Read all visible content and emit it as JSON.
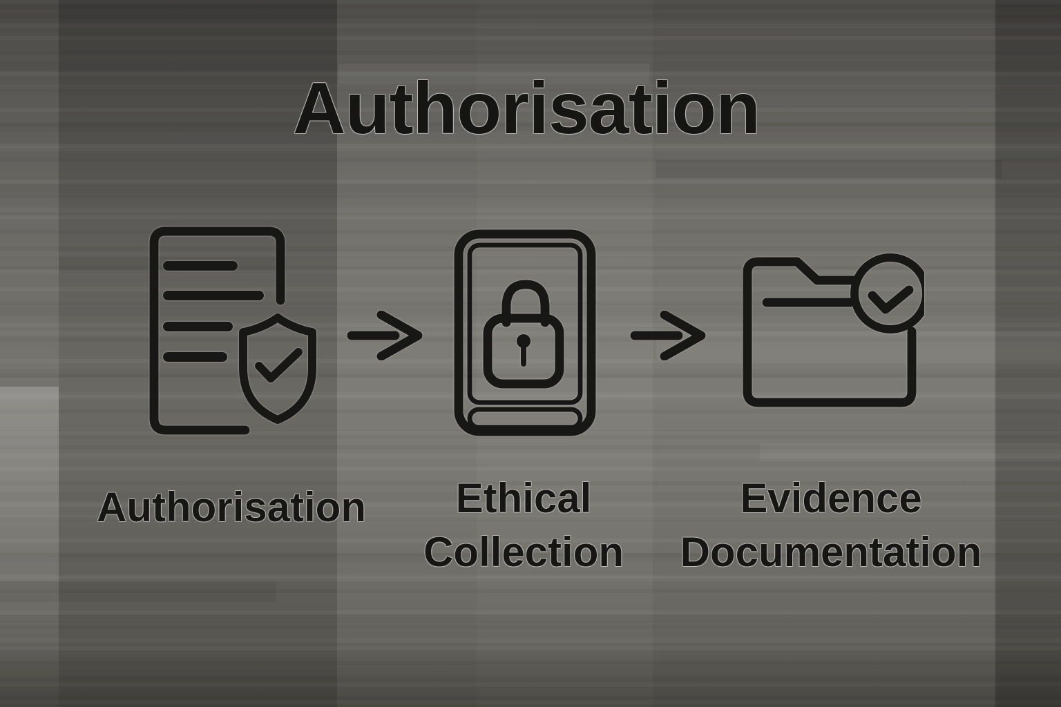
{
  "diagram": {
    "title": "Authorisation",
    "steps": [
      {
        "name": "authorisation",
        "icon": "document-shield-check-icon",
        "lines": [
          "Authorisation"
        ]
      },
      {
        "name": "ethical-collection",
        "icon": "tablet-lock-icon",
        "lines": [
          "Ethical",
          "Collection"
        ]
      },
      {
        "name": "evidence-documentation",
        "icon": "folder-check-icon",
        "lines": [
          "Evidence",
          "Documentation"
        ]
      }
    ],
    "connectors": [
      {
        "type": "arrow-right"
      },
      {
        "type": "arrow-right"
      }
    ],
    "colors": {
      "ink": "#171716",
      "background_mid": "#7d7b76",
      "halo": "#cecdc9"
    }
  }
}
